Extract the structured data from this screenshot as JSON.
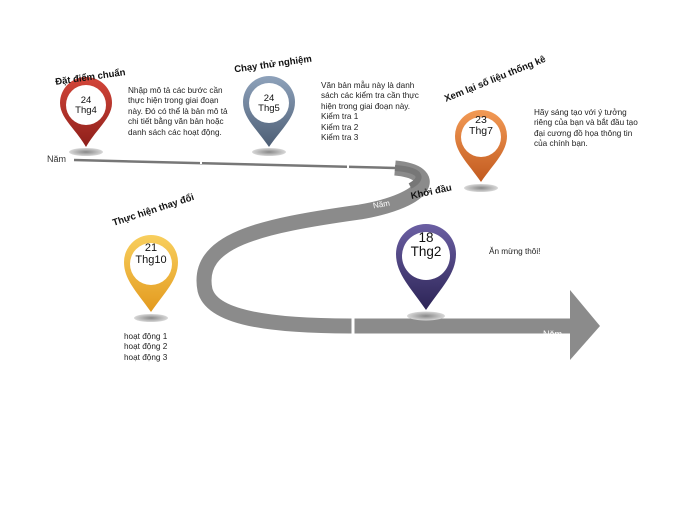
{
  "axis_label": "Năm",
  "milestones": [
    {
      "title": "Đặt điểm chuẩn",
      "day": "24",
      "month": "Thg4",
      "color": "#b8322a",
      "description": "Nhập mô tả các bước cần thực hiện trong giai đoạn này. Đó có thể là bản mô tả chi tiết bằng văn bản hoặc danh sách các hoạt động."
    },
    {
      "title": "Chạy thử nghiệm",
      "day": "24",
      "month": "Thg5",
      "color": "#6b7f98",
      "description": "Văn bản mẫu này là danh sách các kiểm tra cần thực hiện trong giai đoạn này.\nKiểm tra 1\nKiểm tra 2\nKiểm tra 3"
    },
    {
      "title": "Xem lại số liệu thống kê",
      "day": "23",
      "month": "Thg7",
      "color": "#e07a36",
      "description": "Hãy sáng tạo với ý tưởng riêng của bạn và bắt đầu tạo đại cương đồ họa thông tin của chính bạn."
    },
    {
      "title": "Thực hiện thay đổi",
      "day": "21",
      "month": "Thg10",
      "color": "#f1b43a",
      "description": "hoạt động 1\nhoạt động 2\nhoạt động 3"
    },
    {
      "title": "Khởi đầu",
      "day": "18",
      "month": "Thg2",
      "color": "#4a3f7d",
      "description": "Ăn mừng thôi!"
    }
  ]
}
